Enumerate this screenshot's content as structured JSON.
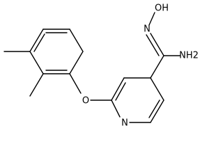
{
  "molecule": {
    "atoms": {
      "hydroxyl": "OH",
      "imine_n": "N",
      "amine": "NH2",
      "ether_o": "O",
      "pyridine_n": "N"
    }
  }
}
